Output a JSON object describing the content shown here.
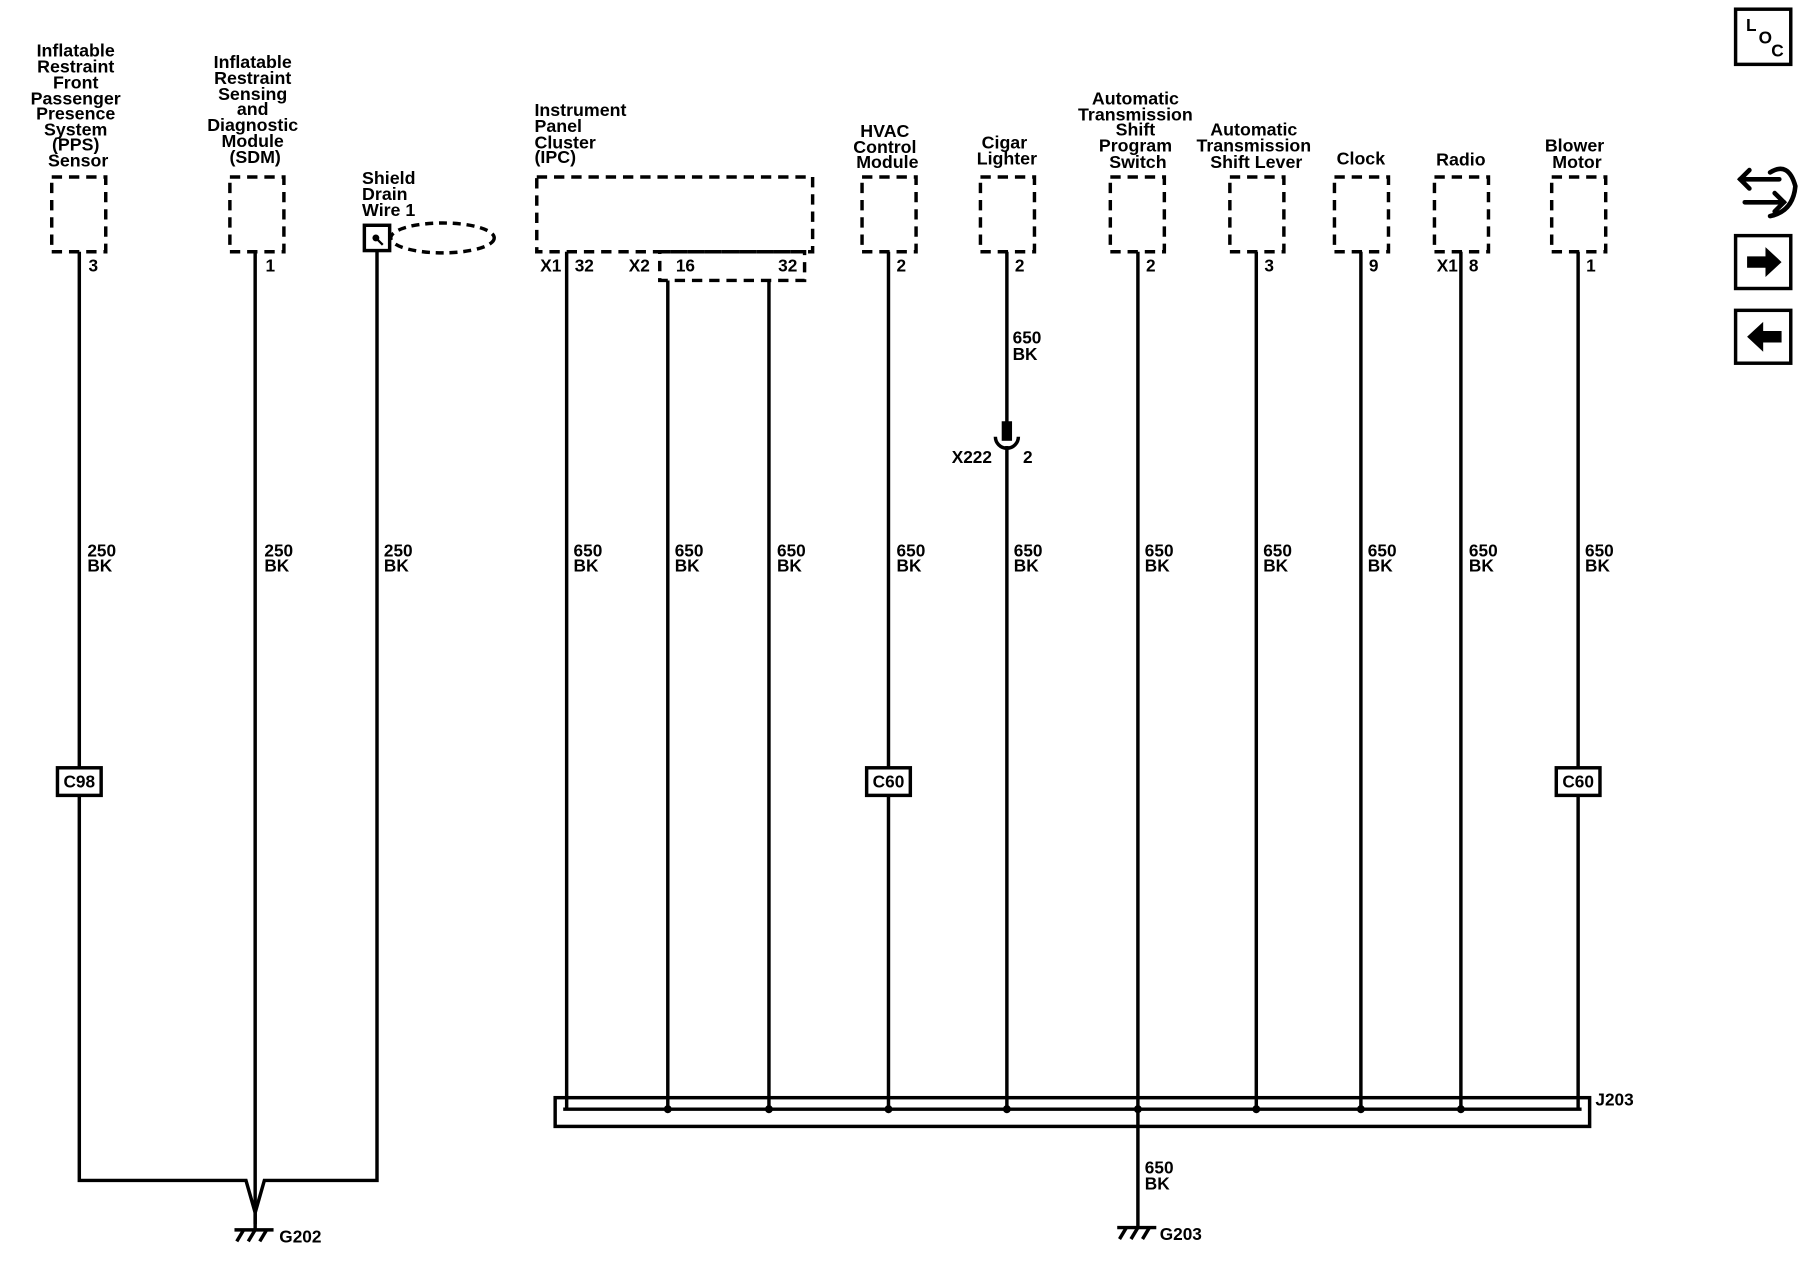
{
  "components": [
    {
      "id": "pps",
      "lines": [
        "Inflatable",
        "Restraint",
        "Front",
        "Passenger",
        "Presence",
        "System",
        "(PPS)",
        "Sensor"
      ],
      "pin": "3"
    },
    {
      "id": "sdm",
      "lines": [
        "Inflatable",
        "Restraint",
        "Sensing",
        "and",
        "Diagnostic",
        "Module",
        "(SDM)"
      ],
      "pin": "1"
    },
    {
      "id": "shield",
      "lines": [
        "Shield",
        "Drain",
        "Wire 1"
      ]
    },
    {
      "id": "ipc",
      "lines": [
        "Instrument",
        "Panel",
        "Cluster",
        "(IPC)"
      ],
      "connectors": [
        "X1",
        "X2"
      ],
      "pins": [
        "32",
        "16",
        "32"
      ]
    },
    {
      "id": "hvac",
      "lines": [
        "HVAC",
        "Control",
        "Module"
      ],
      "pin": "2"
    },
    {
      "id": "cigar",
      "lines": [
        "Cigar",
        "Lighter"
      ],
      "pin": "2"
    },
    {
      "id": "atsps",
      "lines": [
        "Automatic",
        "Transmission",
        "Shift",
        "Program",
        "Switch"
      ],
      "pin": "2"
    },
    {
      "id": "atsl",
      "lines": [
        "Automatic",
        "Transmission",
        "Shift Lever"
      ],
      "pin": "3"
    },
    {
      "id": "clock",
      "lines": [
        "Clock"
      ],
      "pin": "9"
    },
    {
      "id": "radio",
      "lines": [
        "Radio"
      ],
      "connector": "X1",
      "pin": "8"
    },
    {
      "id": "blower",
      "lines": [
        "Blower",
        "Motor"
      ],
      "pin": "1"
    }
  ],
  "wires": [
    {
      "id": "w-pps",
      "circuit": "250",
      "color": "BK"
    },
    {
      "id": "w-sdm",
      "circuit": "250",
      "color": "BK"
    },
    {
      "id": "w-shield",
      "circuit": "250",
      "color": "BK"
    },
    {
      "id": "w-ipc-x1-32",
      "circuit": "650",
      "color": "BK"
    },
    {
      "id": "w-ipc-x2-16",
      "circuit": "650",
      "color": "BK"
    },
    {
      "id": "w-ipc-x2-32",
      "circuit": "650",
      "color": "BK"
    },
    {
      "id": "w-hvac",
      "circuit": "650",
      "color": "BK"
    },
    {
      "id": "w-cigar-upper",
      "circuit": "650",
      "color": "BK"
    },
    {
      "id": "w-cigar-lower",
      "circuit": "650",
      "color": "BK"
    },
    {
      "id": "w-atsps",
      "circuit": "650",
      "color": "BK"
    },
    {
      "id": "w-atsl",
      "circuit": "650",
      "color": "BK"
    },
    {
      "id": "w-clock",
      "circuit": "650",
      "color": "BK"
    },
    {
      "id": "w-radio",
      "circuit": "650",
      "color": "BK"
    },
    {
      "id": "w-blower",
      "circuit": "650",
      "color": "BK"
    },
    {
      "id": "w-g203",
      "circuit": "650",
      "color": "BK"
    }
  ],
  "connectors": {
    "c98": "C98",
    "c60_hvac": "C60",
    "c60_blower": "C60",
    "x222": "X222",
    "x222_pin": "2"
  },
  "splice": "J203",
  "grounds": {
    "g202": "G202",
    "g203": "G203"
  },
  "nav": {
    "loc_letters": [
      "L",
      "O",
      "C"
    ],
    "icons": [
      "connector-swap-icon",
      "arrow-right-icon",
      "arrow-left-icon"
    ]
  }
}
